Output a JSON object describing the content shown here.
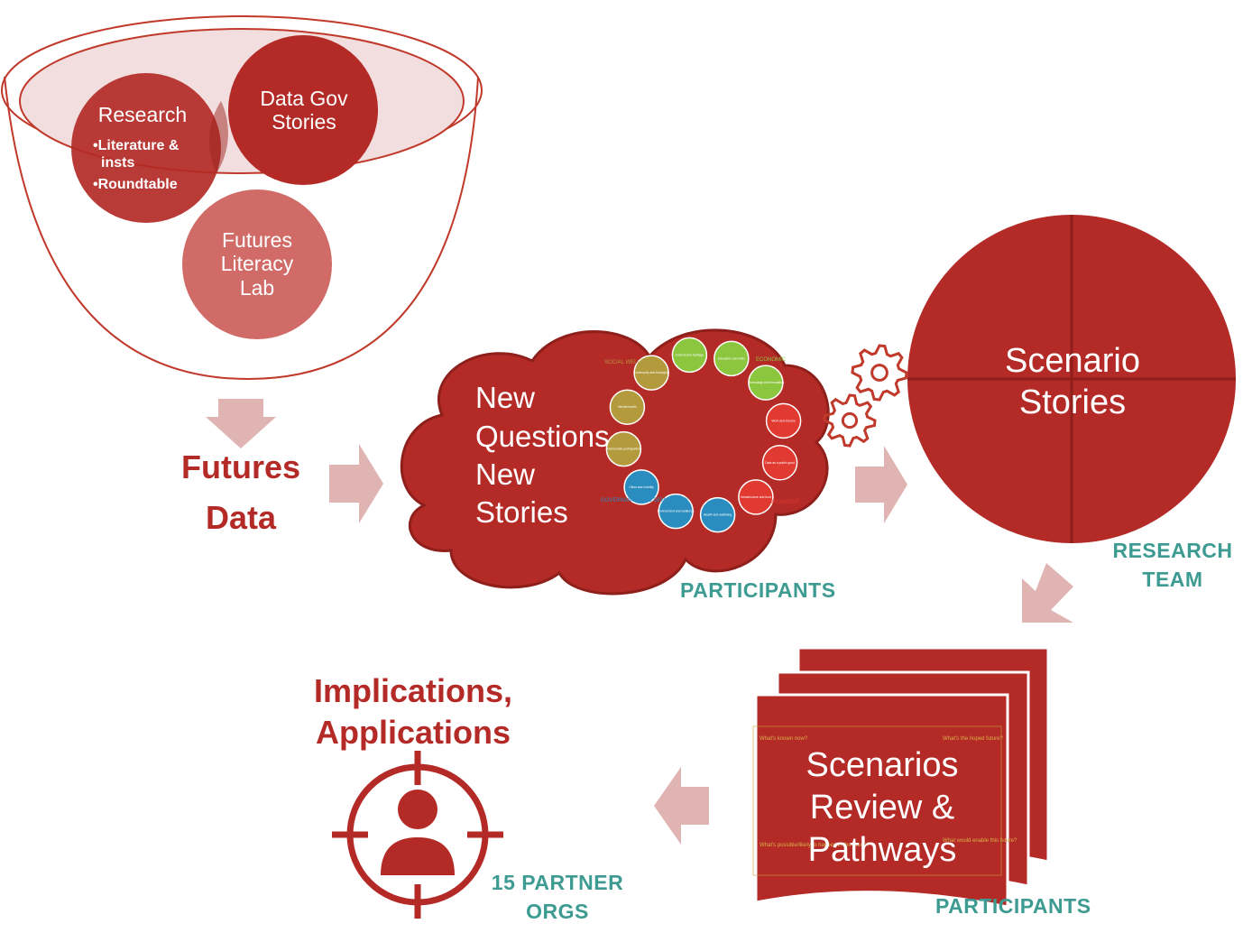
{
  "funnel": {
    "research": {
      "title": "Research",
      "bullets": [
        "•Literature &",
        "insts",
        "•Roundtable"
      ]
    },
    "data_gov": {
      "line1": "Data Gov",
      "line2": "Stories"
    },
    "futures_lab": {
      "line1": "Futures",
      "line2": "Literacy",
      "line3": "Lab"
    }
  },
  "futures_data": {
    "line1": "Futures",
    "line2": "Data"
  },
  "cloud": {
    "line1": "New",
    "line2": "Questions",
    "line3": "New",
    "line4": "Stories",
    "participants_label": "PARTICIPANTS"
  },
  "cycle": {
    "side_labels": [
      "SOCIAL WELLBEING",
      "ECONOMIC",
      "GOVERNANCE AND DEMOCRACY",
      "ENVIRONMENT"
    ],
    "nodes": [
      {
        "label": "Cultural and heritage",
        "color": "#8cc63f"
      },
      {
        "label": "Education and skills",
        "color": "#8cc63f"
      },
      {
        "label": "Technology and innovation",
        "color": "#8cc63f"
      },
      {
        "label": "Work and income",
        "color": "#e03a31"
      },
      {
        "label": "Data as a public good",
        "color": "#e03a31"
      },
      {
        "label": "Infrastructure and trust",
        "color": "#e03a31"
      },
      {
        "label": "Health and wellbeing",
        "color": "#2b8dbf"
      },
      {
        "label": "Environment and resilience",
        "color": "#2b8dbf"
      },
      {
        "label": "Cities and mobility",
        "color": "#2b8dbf"
      },
      {
        "label": "Democratic participation",
        "color": "#b39a3c"
      },
      {
        "label": "Mental health",
        "color": "#b39a3c"
      },
      {
        "label": "Community and belonging",
        "color": "#b39a3c"
      }
    ]
  },
  "scenario_stories": {
    "line1": "Scenario",
    "line2": "Stories"
  },
  "research_team": {
    "line1": "RESEARCH",
    "line2": "TEAM"
  },
  "scenarios_review": {
    "line1": "Scenarios",
    "line2": "Review &",
    "line3": "Pathways",
    "participants_label": "PARTICIPANTS",
    "faint_labels": [
      "What's known now?",
      "What's the hoped future?",
      "What's possible/likely to happen in the future?",
      "What would enable this future?"
    ]
  },
  "implications": {
    "line1": "Implications,",
    "line2": "Applications",
    "partner_line1": "15 PARTNER",
    "partner_line2": "ORGS"
  },
  "colors": {
    "brand_red": "#b32a26",
    "funnel_outline": "#c0392b",
    "light_red": "#d06b68",
    "arrow_pink": "#e0b4b2",
    "teal": "#3d9b92"
  },
  "icons": [
    "gear-icon",
    "target-person-icon",
    "arrow-icon"
  ]
}
